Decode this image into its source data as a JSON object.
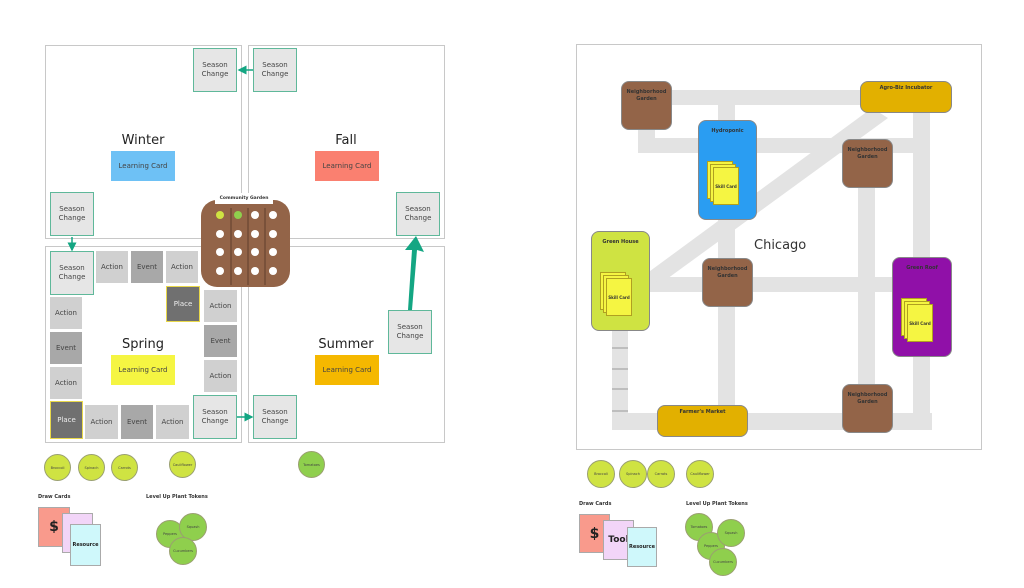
{
  "left_board": {
    "seasons": {
      "winter": {
        "name": "Winter",
        "card": "Learning Card",
        "color": "#6ec1f5"
      },
      "fall": {
        "name": "Fall",
        "card": "Learning Card",
        "color": "#fa8070"
      },
      "spring": {
        "name": "Spring",
        "card": "Learning Card",
        "color": "#f5f542"
      },
      "summer": {
        "name": "Summer",
        "card": "Learning Card",
        "color": "#f5b800"
      }
    },
    "season_change": "Season Change",
    "spring_tiles": {
      "action": "Action",
      "event": "Event",
      "place": "Place"
    },
    "community_garden": {
      "label": "Community Garden",
      "planted_dots": 2
    },
    "tokens": [
      "Broccoli",
      "Spinach",
      "Carrots",
      "Cauliflower",
      "Tomatoes"
    ],
    "draw_cards": {
      "label": "Draw Cards",
      "cards": [
        "$",
        "",
        "Resource"
      ]
    },
    "level_up": {
      "label": "Level Up Plant Tokens",
      "tokens": [
        "Peppers",
        "Squash",
        "Cucumbers"
      ]
    }
  },
  "right_board": {
    "city": "Chicago",
    "places": {
      "ng": "Neighborhood Garden",
      "agro": "Agro-Biz Incubator",
      "hydro": "Hydroponic",
      "greenhouse": "Green House",
      "greenroof": "Green Roof",
      "market": "Farmer's Market"
    },
    "skill_card": "Skill Card",
    "tokens": [
      "Broccoli",
      "Spinach",
      "Carrots",
      "Cauliflower"
    ],
    "draw_cards": {
      "label": "Draw Cards",
      "cards": [
        "$",
        "Tool",
        "Resource"
      ]
    },
    "level_up": {
      "label": "Level Up Plant Tokens",
      "tokens": [
        "Tomatoes",
        "Peppers",
        "Squash",
        "Cucumbers"
      ]
    }
  }
}
